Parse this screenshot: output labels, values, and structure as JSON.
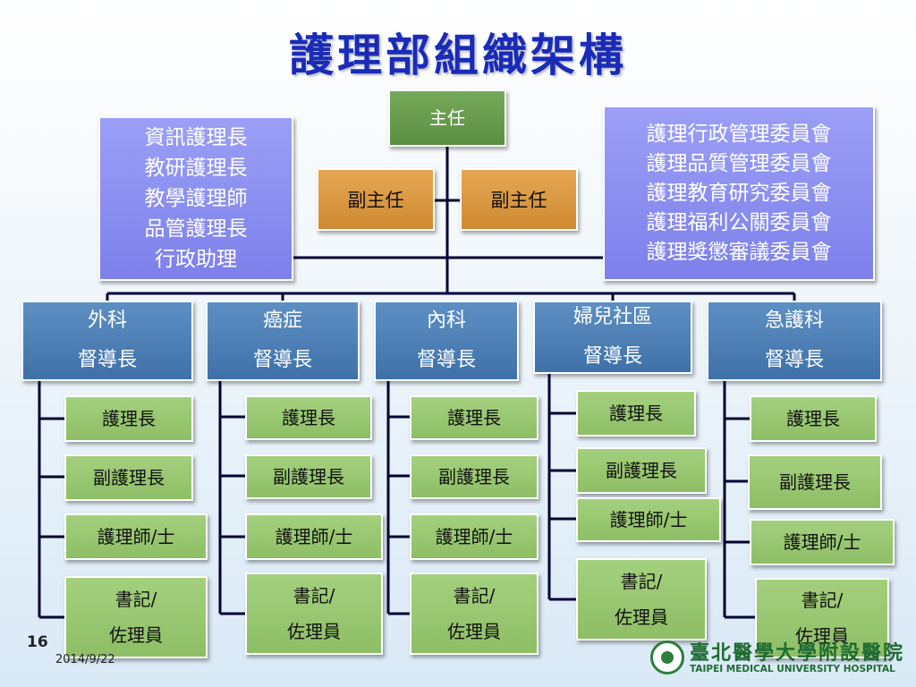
{
  "title": "護理部組織架構",
  "director": "主任",
  "deputies": [
    "副主任",
    "副主任"
  ],
  "staff_left": [
    "資訊護理長",
    "教研護理長",
    "教學護理師",
    "品管護理長",
    "行政助理"
  ],
  "committees": [
    "護理行政管理委員會",
    "護理品質管理委員會",
    "護理教育研究委員會",
    "護理福利公關委員會",
    "護理獎懲審議委員會"
  ],
  "departments": [
    {
      "name": "外科",
      "role": "督導長"
    },
    {
      "name": "癌症",
      "role": "督導長"
    },
    {
      "name": "內科",
      "role": "督導長"
    },
    {
      "name": "婦兒社區",
      "role": "督導長"
    },
    {
      "name": "急護科",
      "role": "督導長"
    }
  ],
  "positions": {
    "head_nurse": "護理長",
    "deputy_head_nurse": "副護理長",
    "nurse": "護理師/士",
    "clerk_line1": "書記/",
    "clerk_line2": "佐理員"
  },
  "footer": {
    "page_number": "16",
    "date": "2014/9/22",
    "hospital_cn": "臺北醫學大學附設醫院",
    "hospital_en": "TAIPEI MEDICAL UNIVERSITY HOSPITAL"
  },
  "colors": {
    "title": "#1a2bb8",
    "director_box": "#5a8f42",
    "deputy_box": "#cf8a32",
    "staff_box": "#8a8df0",
    "department_box": "#4a7cb3",
    "position_box": "#98c672",
    "lines": "#000033"
  }
}
